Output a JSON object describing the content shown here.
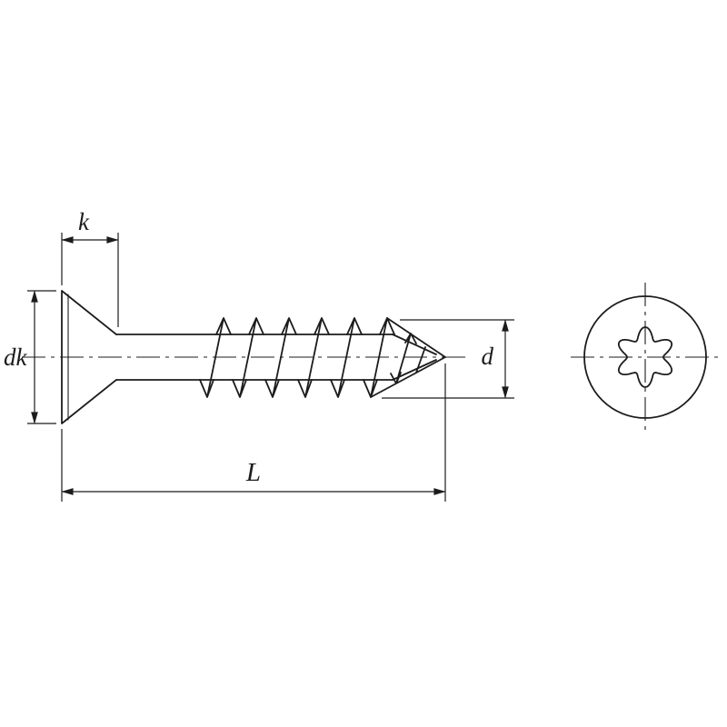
{
  "diagram": {
    "kind": "screw-technical-drawing",
    "line_color": "#1c1c1c",
    "background": "#ffffff",
    "views": {
      "side_view": "countersunk-torx-screw-profile",
      "end_view": "torx-recess-head-on"
    },
    "labels": {
      "head_height": "k",
      "head_diameter": "dk",
      "thread_diameter": "d",
      "total_length": "L"
    }
  }
}
